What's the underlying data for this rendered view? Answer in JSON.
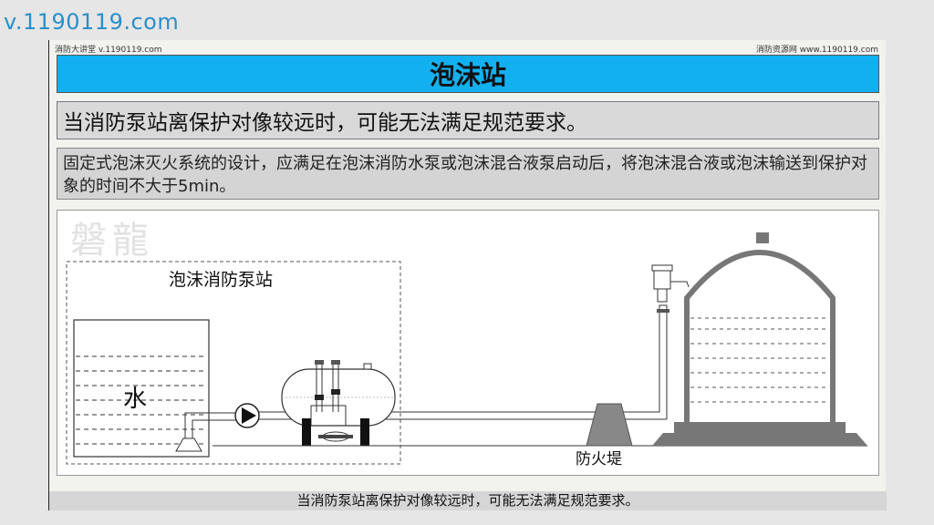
{
  "watermark_url": "v.1190119.com",
  "header": {
    "left_text": "消防大讲堂 v.1190119.com",
    "right_text": "消防资源网 www.1190119.com"
  },
  "title": "泡沫站",
  "headline": "当消防泵站离保护对像较远时，可能无法满足规范要求。",
  "description": "固定式泡沫灭火系统的设计，应满足在泡沫消防水泵或泡沫混合液泵启动后，将泡沫混合液或泡沫输送到保护对象的时间不大于5min。",
  "diagram": {
    "logo": "磐龍",
    "station_label": "泡沫消防泵站",
    "water_label": "水",
    "dike_label": "防火堤"
  },
  "subtitle": "当消防泵站离保护对像较远时，可能无法满足规范要求。",
  "colors": {
    "title_bg": "#12b0f0",
    "watermark": "#2a8fc9"
  }
}
